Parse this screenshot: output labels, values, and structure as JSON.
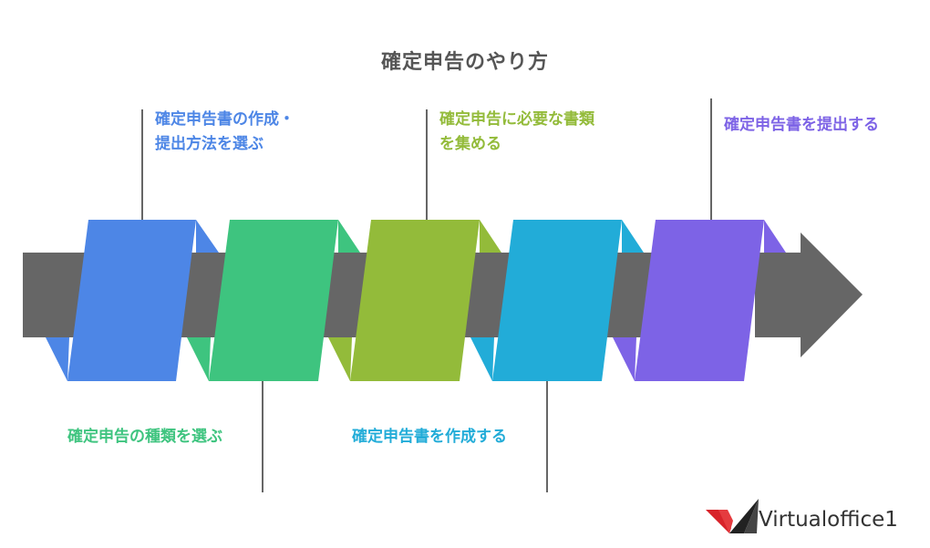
{
  "title": "確定申告のやり方",
  "colors": {
    "arrow": "#666666",
    "step1": "#4d86e6",
    "step2": "#3ec47f",
    "step3": "#93bb3a",
    "step4": "#22acd8",
    "step5": "#7d63e6",
    "connector": "#333333"
  },
  "steps": [
    {
      "label": "確定申告書の作成・\n提出方法を選ぶ"
    },
    {
      "label": "確定申告の種類を選ぶ"
    },
    {
      "label": "確定申告に必要な書類\nを集める"
    },
    {
      "label": "確定申告書を作成する"
    },
    {
      "label": "確定申告書を提出する"
    }
  ],
  "logo": {
    "text": "Virtualoffice1",
    "icon": "v-check-logo-icon"
  }
}
